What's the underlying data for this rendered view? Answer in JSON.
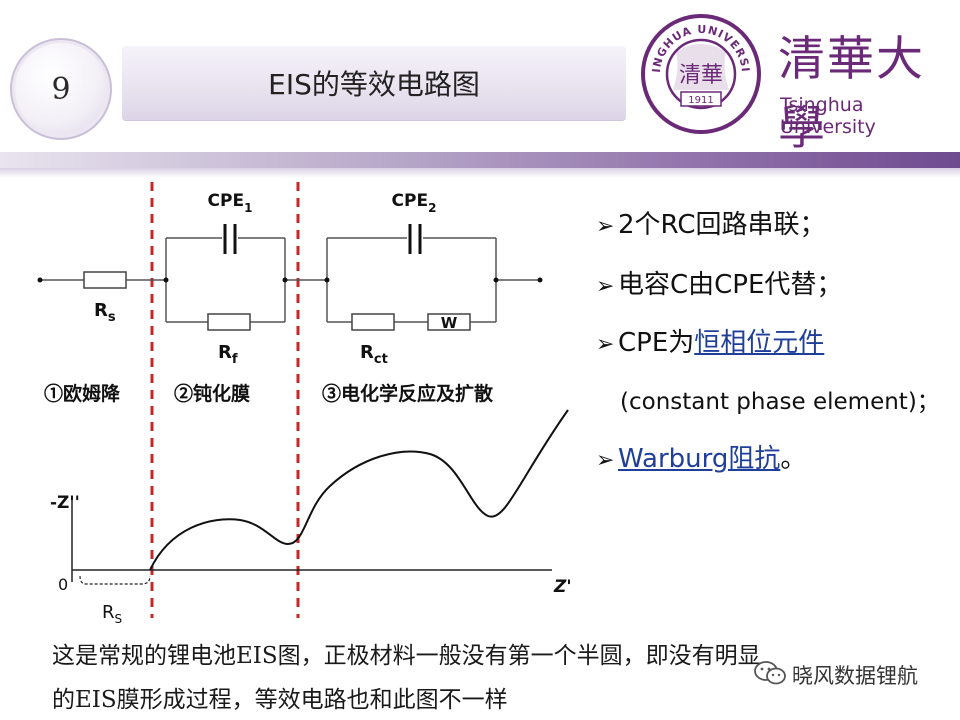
{
  "header": {
    "page_number": "9",
    "title": "EIS的等效电路图"
  },
  "university": {
    "name_cn": "清華大學",
    "name_en": "Tsinghua University",
    "seal_text_top": "TSINGHUA UNIVERSITY",
    "seal_year": "1911",
    "seal_center": "清華"
  },
  "circuit": {
    "cpe1_main": "CPE",
    "cpe1_sub": "1",
    "cpe2_main": "CPE",
    "cpe2_sub": "2",
    "rs_main": "R",
    "rs_sub": "s",
    "rf_main": "R",
    "rf_sub": "f",
    "rct_main": "R",
    "rct_sub": "ct",
    "w_label": "W",
    "region1": "①欧姆降",
    "region2": "②钝化膜",
    "region3": "③电化学反应及扩散"
  },
  "plot": {
    "y_label": "-Z''",
    "x_label": "Z'",
    "origin": "0",
    "rs_main": "R",
    "rs_sub": "S"
  },
  "bullets": {
    "b1": "2个RC回路串联；",
    "b2": "电容C由CPE代替；",
    "b3_pre": "CPE为",
    "b3_link": "恒相位元件",
    "b3_sub": "(constant phase element)；",
    "b4_link": "Warburg阻抗",
    "b4_post": "。",
    "arrow_glyph": "➢"
  },
  "caption": {
    "line1": "这是常规的锂电池EIS图，正极材料一般没有第一个半圆，即没有明显",
    "line2": "的EIS膜形成过程，等效电路也和此图不一样"
  },
  "watermark": {
    "text": "晓风数据锂航",
    "icon": "wechat-icon"
  },
  "colors": {
    "accent_purple": "#6a2a78",
    "dashed_red": "#c0282a",
    "link_blue": "#1f3f9a"
  }
}
